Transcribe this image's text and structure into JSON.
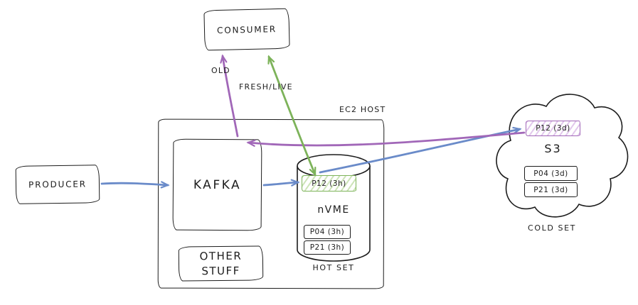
{
  "colors": {
    "ink": "#1c1c1c",
    "blue": "#6a8bc9",
    "purple": "#a167b8",
    "green": "#7db35a",
    "green_fill": "#cde4b8",
    "purple_fill": "#e2c8ec"
  },
  "nodes": {
    "producer": {
      "label": "PRODUCER"
    },
    "consumer": {
      "label": "CONSUMER"
    },
    "ec2_host": {
      "label": "EC2 HOST"
    },
    "kafka": {
      "label": "KAFKA"
    },
    "other_stuff": {
      "label_line1": "OTHER",
      "label_line2": "STUFF"
    },
    "nvme": {
      "label": "nVME",
      "hot_partition": {
        "label": "P12 (3h)"
      },
      "partitions": [
        {
          "label": "P04 (3h)"
        },
        {
          "label": "P21 (3h)"
        }
      ],
      "caption": "HOT SET"
    },
    "s3": {
      "label": "S3",
      "cold_partition": {
        "label": "P12 (3d)"
      },
      "partitions": [
        {
          "label": "P04 (3d)"
        },
        {
          "label": "P21 (3d)"
        }
      ],
      "caption": "COLD SET"
    }
  },
  "edges": {
    "old": {
      "label": "OLD"
    },
    "fresh_live": {
      "label": "FRESH/LIVE"
    }
  }
}
